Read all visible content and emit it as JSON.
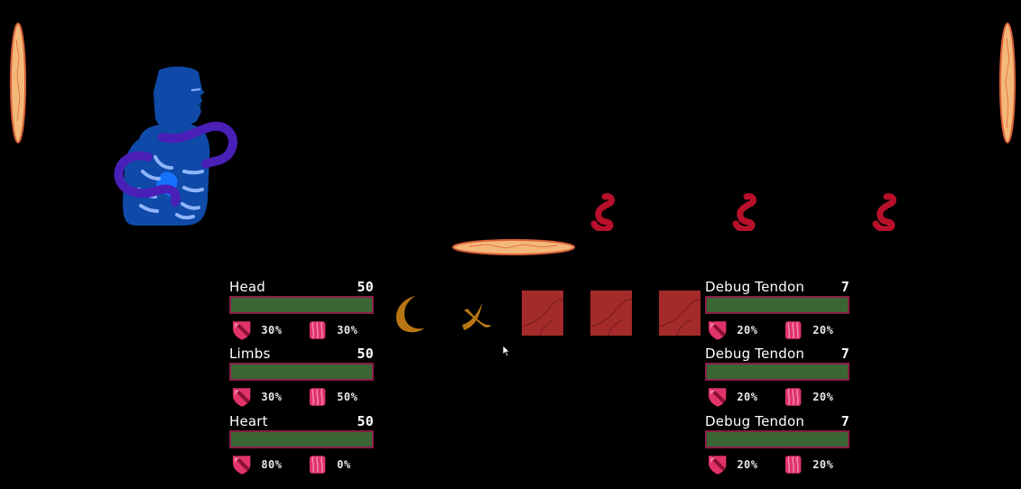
{
  "player_panels": [
    {
      "name": "Head",
      "value": "50",
      "defense": "30%",
      "tendon": "30%",
      "hp_fraction": 1.0
    },
    {
      "name": "Limbs",
      "value": "50",
      "defense": "30%",
      "tendon": "50%",
      "hp_fraction": 1.0
    },
    {
      "name": "Heart",
      "value": "50",
      "defense": "80%",
      "tendon": "0%",
      "hp_fraction": 1.0
    }
  ],
  "enemy_panels": [
    {
      "name": "Debug Tendon",
      "value": "7",
      "defense": "20%",
      "tendon": "20%",
      "hp_fraction": 1.0
    },
    {
      "name": "Debug Tendon",
      "value": "7",
      "defense": "20%",
      "tendon": "20%",
      "hp_fraction": 1.0
    },
    {
      "name": "Debug Tendon",
      "value": "7",
      "defense": "20%",
      "tendon": "20%",
      "hp_fraction": 1.0
    }
  ],
  "colors": {
    "background": "#000000",
    "hp_bar": "#2f5a33",
    "hp_border": "#8a1d4a",
    "shield": "#e0336a",
    "muscle": "#e0336a",
    "card": "#a52a2a",
    "claw": "#b87612",
    "tendon_enemy": "#b8102a",
    "player_body": "#0f4aa8",
    "platform": "#f4b878"
  },
  "icons": {
    "defense": "shield-icon",
    "tendon": "muscle-icon",
    "claw_card": "crescent-claw-icon",
    "slash_card": "crossed-claw-icon",
    "red_card": "flesh-card-icon"
  }
}
